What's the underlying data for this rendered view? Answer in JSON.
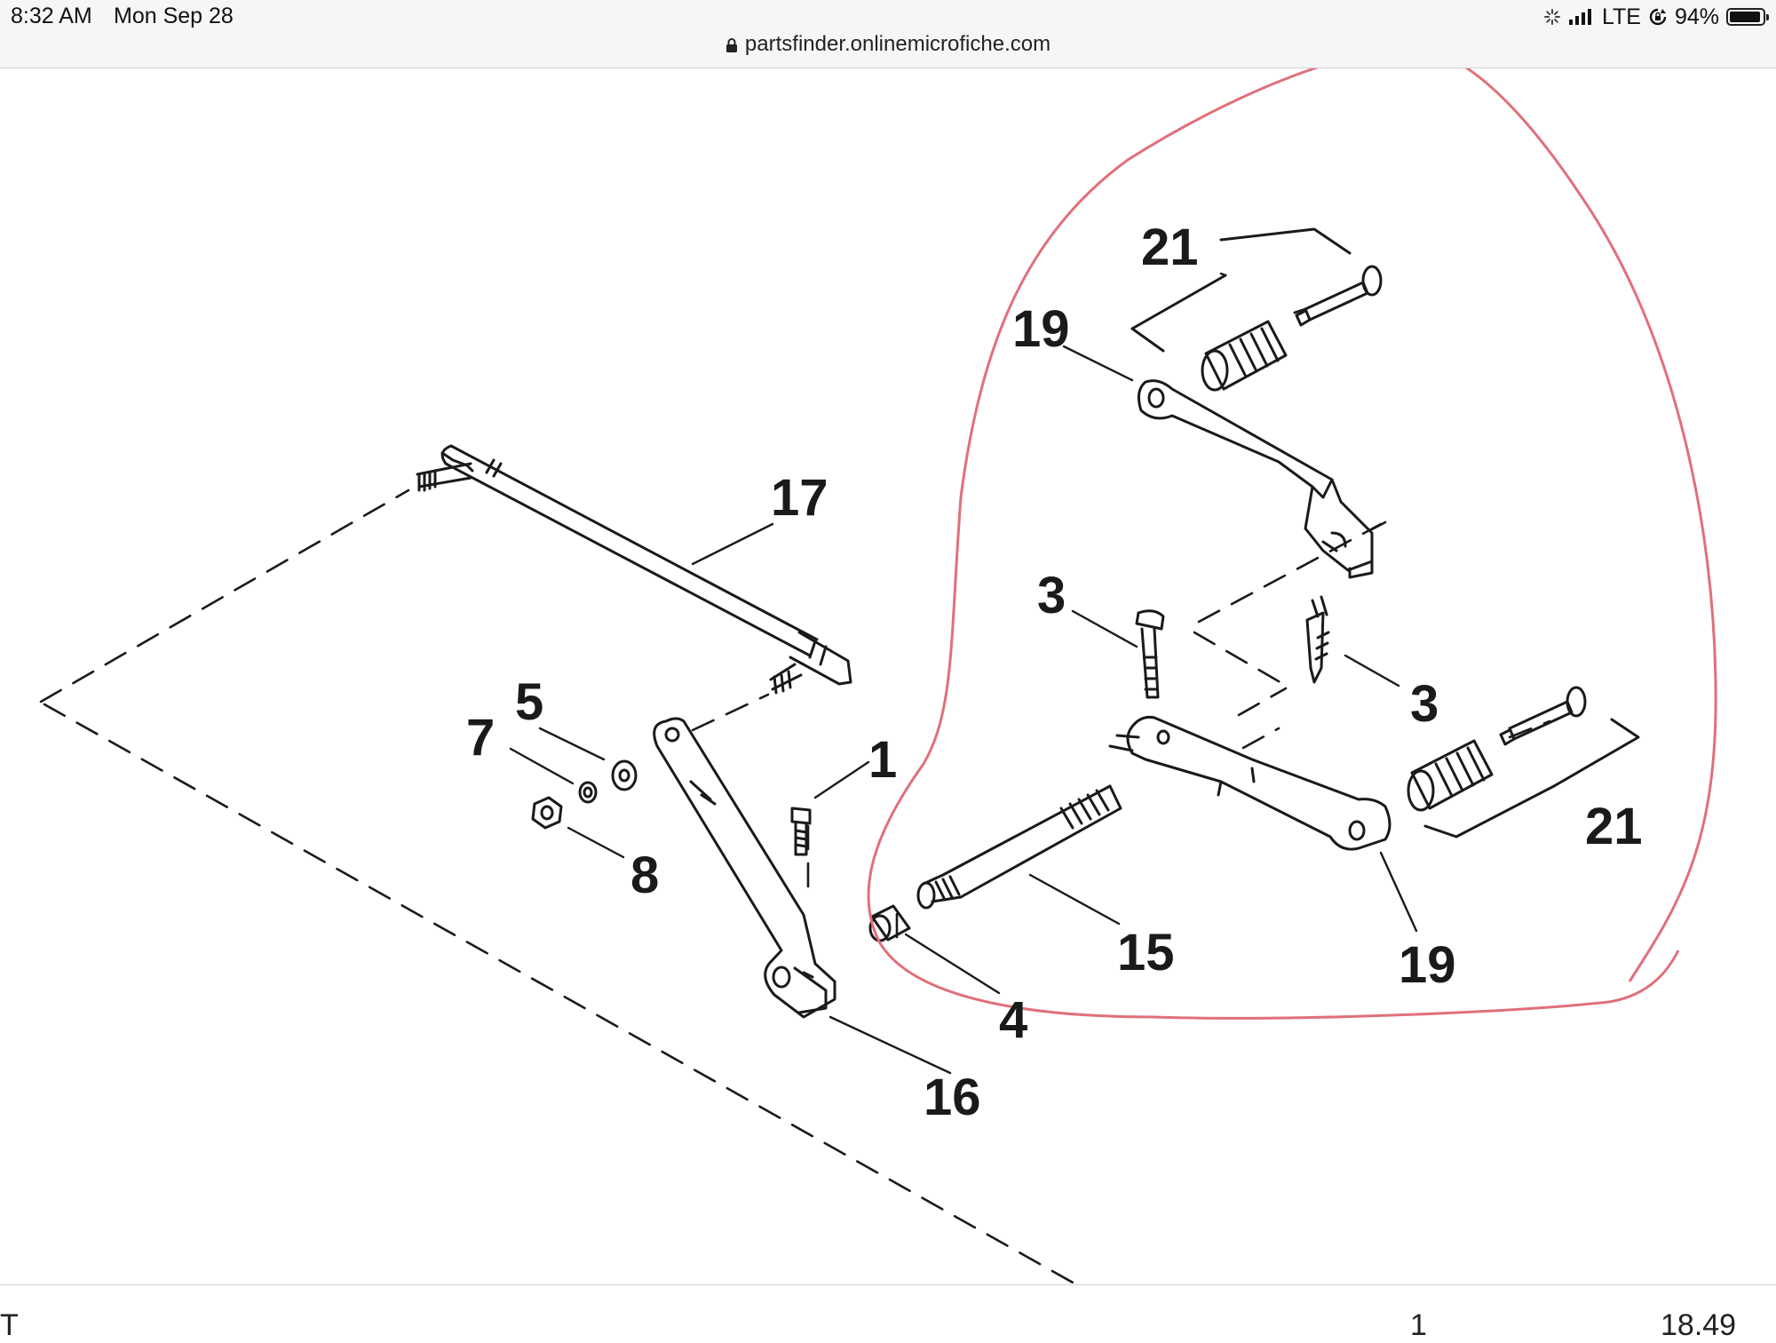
{
  "status_bar": {
    "time": "8:32 AM",
    "date": "Mon Sep 28",
    "network": "LTE",
    "battery": "94%",
    "battery_level": 0.94,
    "icons": [
      "activity-spinner-icon",
      "signal-bars-icon",
      "orientation-lock-icon",
      "battery-icon",
      "lock-icon"
    ]
  },
  "browser": {
    "url": "partsfinder.onlinemicrofiche.com"
  },
  "diagram": {
    "callouts": {
      "c1": "1",
      "c3a": "3",
      "c3b": "3",
      "c4": "4",
      "c5": "5",
      "c7": "7",
      "c8": "8",
      "c15": "15",
      "c16": "16",
      "c17": "17",
      "c19a": "19",
      "c19b": "19",
      "c21a": "21",
      "c21b": "21"
    },
    "highlight_color": "#e0707a",
    "line_color": "#1a1a1a"
  },
  "footer": {
    "left": "T",
    "middle": "1",
    "right": "18.49"
  }
}
